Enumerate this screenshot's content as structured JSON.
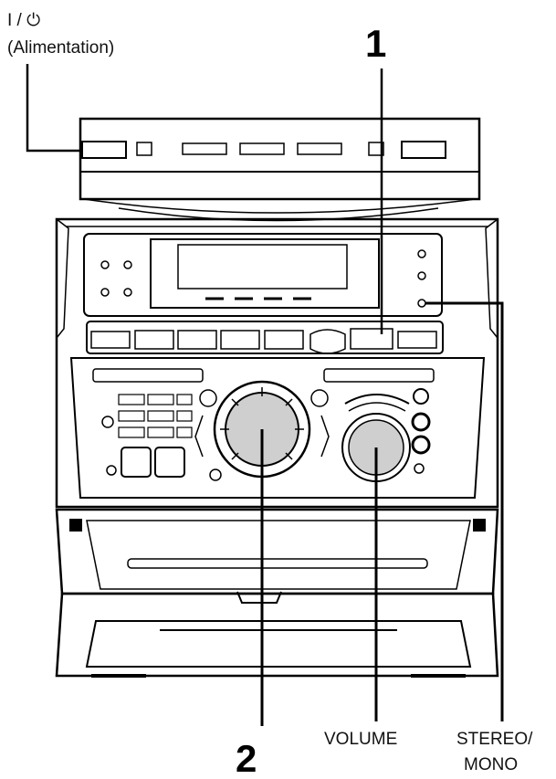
{
  "labels": {
    "power_symbol": "I / ⏻",
    "power_label": "(Alimentation)",
    "callout_1": "1",
    "callout_2": "2",
    "volume": "VOLUME",
    "stereo_line1": "STEREO/",
    "stereo_line2": "MONO"
  },
  "colors": {
    "line": "#000000",
    "knob_fill": "#cfcfcf",
    "background": "#ffffff"
  }
}
